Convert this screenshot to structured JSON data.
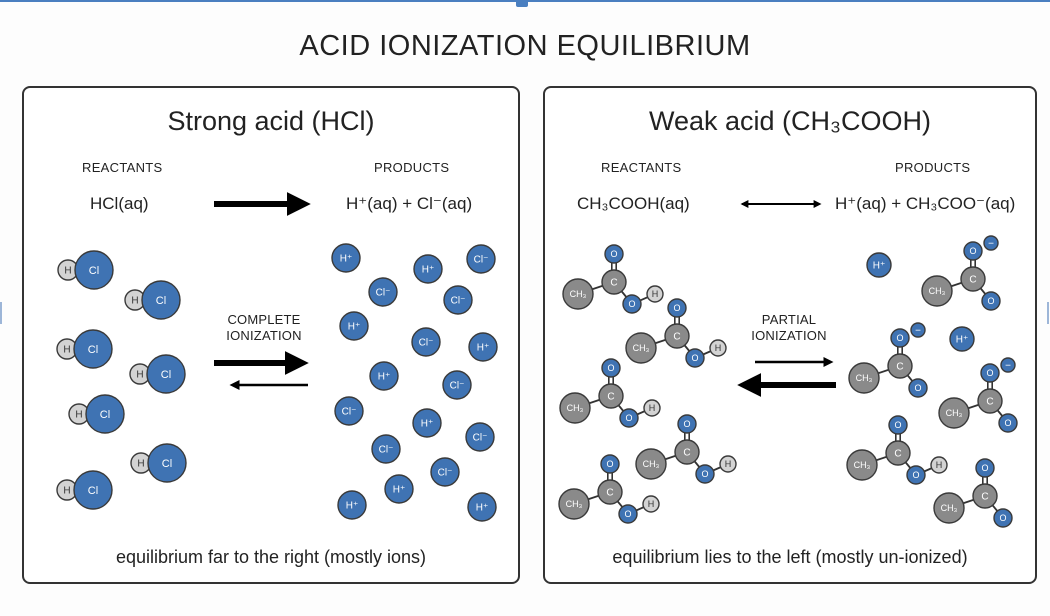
{
  "title": "ACID IONIZATION EQUILIBRIUM",
  "colors": {
    "blue_atom": "#3f73b3",
    "gray_atom": "#8a8a8a",
    "h_atom": "#d3d3d3",
    "outline": "#3a3a3a",
    "text": "#222222"
  },
  "strong": {
    "title_prefix": "Strong acid (HCl)",
    "reactants_label": "REACTANTS",
    "products_label": "PRODUCTS",
    "reactant_eq": "HCl(aq)",
    "product_eq": "H⁺(aq) + Cl⁻(aq)",
    "ionization_line1": "COMPLETE",
    "ionization_line2": "IONIZATION",
    "footer": "equilibrium far to the right (mostly ions)",
    "molecule_labels": {
      "h": "H",
      "cl": "Cl"
    },
    "ion_labels": {
      "h_plus": "H⁺",
      "cl_minus": "Cl⁻"
    }
  },
  "weak": {
    "title": "Weak acid (CH₃COOH)",
    "reactants_label": "REACTANTS",
    "products_label": "PRODUCTS",
    "reactant_eq": "CH₃COOH(aq)",
    "product_eq": "H⁺(aq) + CH₃COO⁻(aq)",
    "ionization_line1": "PARTIAL",
    "ionization_line2": "IONIZATION",
    "footer": "equilibrium lies to the left (mostly un-ionized)",
    "atom_labels": {
      "ch3": "CH₃",
      "c": "C",
      "o": "O",
      "h": "H",
      "minus": "−",
      "h_plus": "H⁺"
    }
  }
}
